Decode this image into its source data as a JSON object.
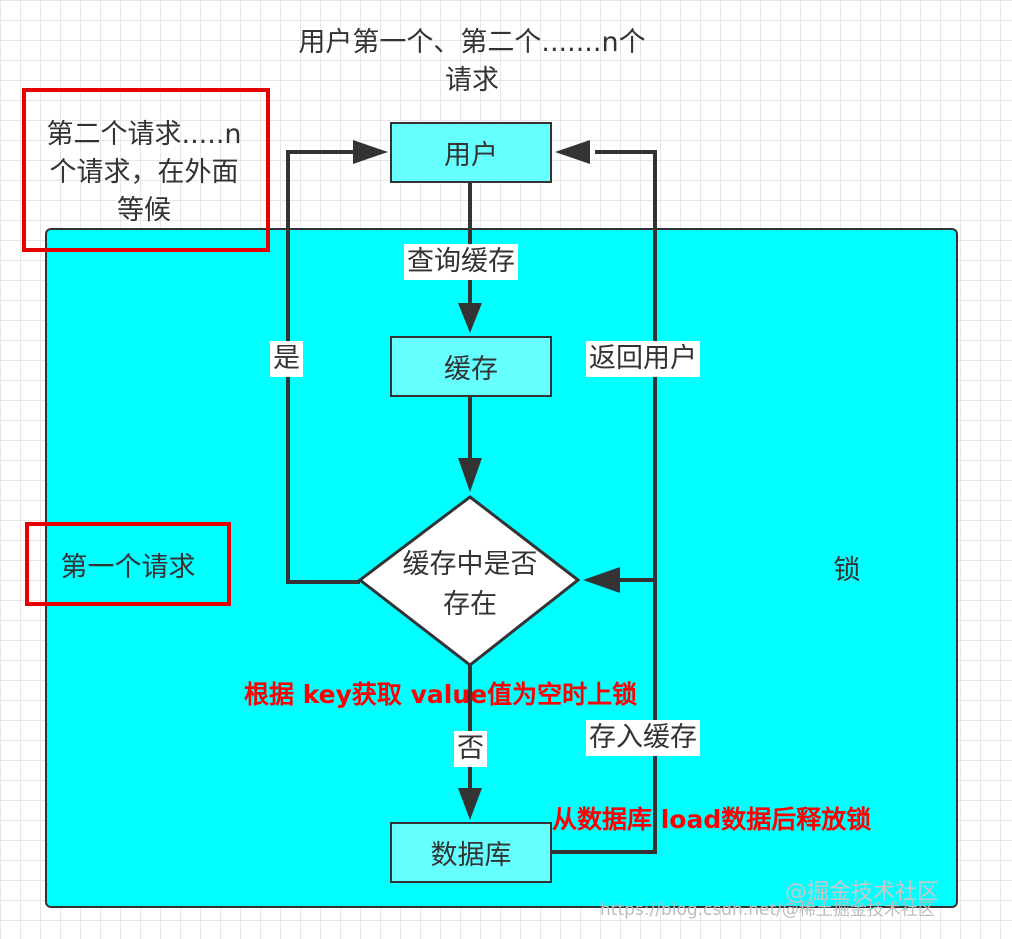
{
  "diagram": {
    "top_title": [
      "用户第一个、第二个.......n个",
      "请求"
    ],
    "waiting_note": [
      "第二个请求.....n",
      "个请求，在外面",
      "等候"
    ],
    "first_request_note": "第一个请求",
    "lock_label": "锁",
    "nodes": {
      "user": "用户",
      "cache": "缓存",
      "decision": [
        "缓存中是否",
        "存在"
      ],
      "database": "数据库"
    },
    "edge_labels": {
      "query_cache": "查询缓存",
      "yes": "是",
      "return_user": "返回用户",
      "no": "否",
      "store_cache": "存入缓存"
    },
    "annotations": {
      "lock_on_empty": "根据 key获取 value值为空时上锁",
      "release_lock": "从数据库 load数据后释放锁"
    },
    "colors": {
      "region": "#00ffff",
      "node_fill": "#66ffff",
      "highlight": "#e60000",
      "annotation": "#ff0000"
    }
  },
  "watermark": {
    "logo_text": "@掘金技术社区",
    "url_text": "https://blog.csdn.net/@稀土掘金技术社区"
  }
}
